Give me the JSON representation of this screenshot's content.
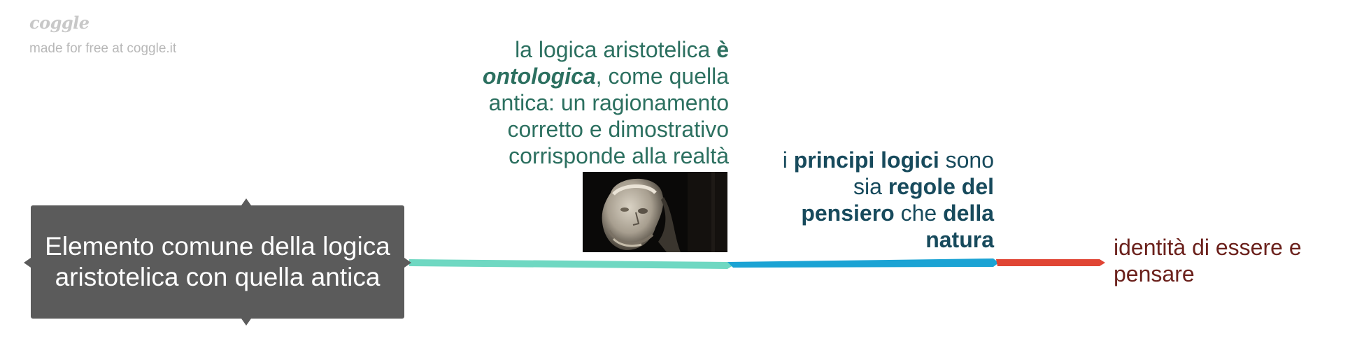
{
  "branding": {
    "logo": "coggle",
    "tagline": "made for free at coggle.it"
  },
  "root": {
    "text": "Elemento comune della logica aristotelica con quella antica",
    "color": "#5b5b5b"
  },
  "branches": [
    {
      "color": "#6fd8c2",
      "text_color": "#2c7060",
      "parts": {
        "p1": "la logica aristotelica ",
        "p2": "è",
        "p3": "ontologica",
        "p4": ", come quella antica: un ragionamento corretto e dimostrativo corrisponde alla realtà"
      },
      "image": "aristotle-bust"
    },
    {
      "color": "#1ba3d4",
      "text_color": "#174a5c",
      "parts": {
        "p1": "i ",
        "p2": "principi logici",
        "p3": " sono sia ",
        "p4": "regole del pensiero",
        "p5": " che ",
        "p6": "della natura"
      }
    },
    {
      "color": "#e04534",
      "text_color": "#6b211c",
      "text": "identità di essere e pensare"
    }
  ]
}
